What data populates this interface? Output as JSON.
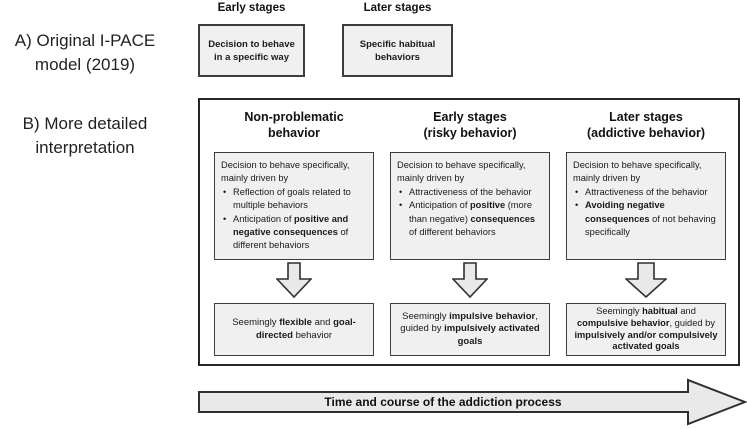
{
  "colors": {
    "box_fill": "#f0f0f0",
    "box_border": "#3c3c3c",
    "panel_border": "#262626",
    "arrow_fill": "#e9e9e9",
    "arrow_border": "#2f2f2f"
  },
  "section_a": {
    "label_line1": "A) Original I-PACE",
    "label_line2": "model (2019)",
    "stages": [
      {
        "header": "Early stages",
        "box": "Decision to behave in a specific way"
      },
      {
        "header": "Later stages",
        "box": "Specific habitual behaviors"
      }
    ]
  },
  "section_b": {
    "label_line1": "B) More detailed",
    "label_line2": "interpretation",
    "columns": [
      {
        "header_line1": "Non-problematic",
        "header_line2": "behavior",
        "intro": "Decision to behave specifically, mainly driven by",
        "bullet1": [
          {
            "t": "Reflection of goals related to multiple behaviors"
          }
        ],
        "bullet2": [
          {
            "t": "Anticipation of "
          },
          {
            "t": "positive and negative consequences",
            "b": true
          },
          {
            "t": " of different behaviors"
          }
        ],
        "outcome": [
          {
            "t": "Seemingly "
          },
          {
            "t": "flexible",
            "b": true
          },
          {
            "t": " and "
          },
          {
            "t": "goal-directed",
            "b": true
          },
          {
            "t": " behavior"
          }
        ]
      },
      {
        "header_line1": "Early stages",
        "header_line2": "(risky behavior)",
        "intro": "Decision to behave specifically, mainly driven by",
        "bullet1": [
          {
            "t": "Attractiveness of the behavior"
          }
        ],
        "bullet2": [
          {
            "t": "Anticipation of "
          },
          {
            "t": "positive",
            "b": true
          },
          {
            "t": " (more than negative) "
          },
          {
            "t": "consequences",
            "b": true
          },
          {
            "t": " of different behaviors"
          }
        ],
        "outcome": [
          {
            "t": "Seemingly "
          },
          {
            "t": "impulsive behavior",
            "b": true
          },
          {
            "t": ", guided by "
          },
          {
            "t": "impulsively activated goals",
            "b": true
          }
        ]
      },
      {
        "header_line1": "Later stages",
        "header_line2": "(addictive behavior)",
        "intro": "Decision to behave specifically, mainly driven by",
        "bullet1": [
          {
            "t": "Attractiveness of the behavior"
          }
        ],
        "bullet2": [
          {
            "t": "Avoiding negative consequences",
            "b": true
          },
          {
            "t": " of not behaving specifically"
          }
        ],
        "outcome": [
          {
            "t": "Seemingly "
          },
          {
            "t": "habitual",
            "b": true
          },
          {
            "t": " and "
          },
          {
            "t": "compulsive behavior",
            "b": true
          },
          {
            "t": ", guided by "
          },
          {
            "t": "impulsively and/or compulsively activated goals",
            "b": true
          }
        ]
      }
    ]
  },
  "timeline": {
    "label": "Time and course of the addiction process"
  }
}
